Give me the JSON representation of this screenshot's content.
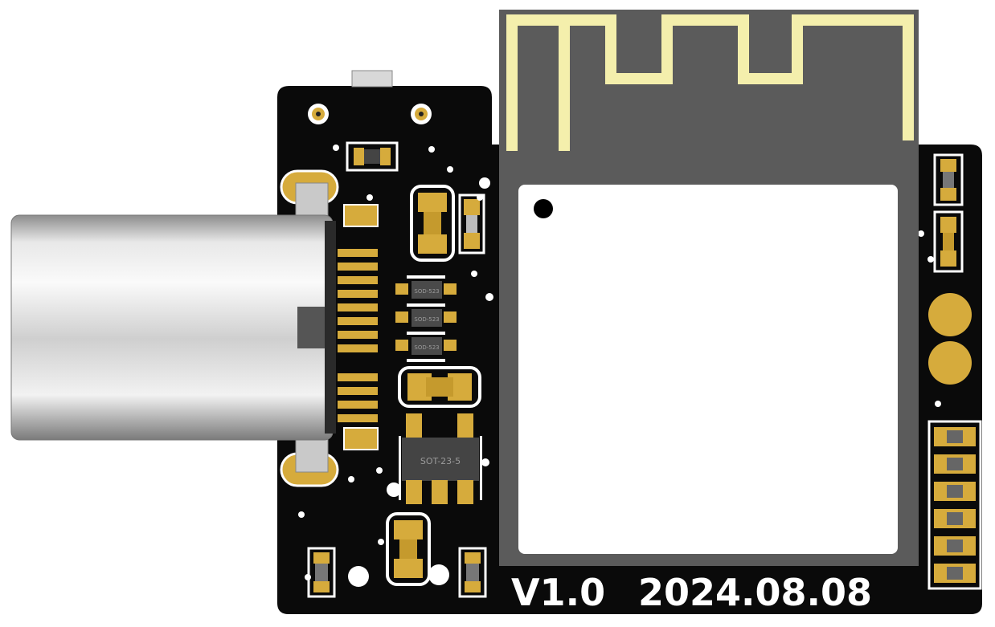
{
  "board": {
    "version_label": "V1.0",
    "date_label": "2024.08.08",
    "diode_labels": [
      "SOD-523",
      "SOD-523",
      "SOD-523"
    ],
    "regulator_label": "SOT-23-5"
  },
  "colors": {
    "board": "#0a0a0a",
    "gold_pad": "#d6ab3c",
    "silkscreen": "#ffffff",
    "antenna_trace": "#f4efac",
    "module_pcb": "#5b5b5b",
    "shield": "#ffffff"
  }
}
